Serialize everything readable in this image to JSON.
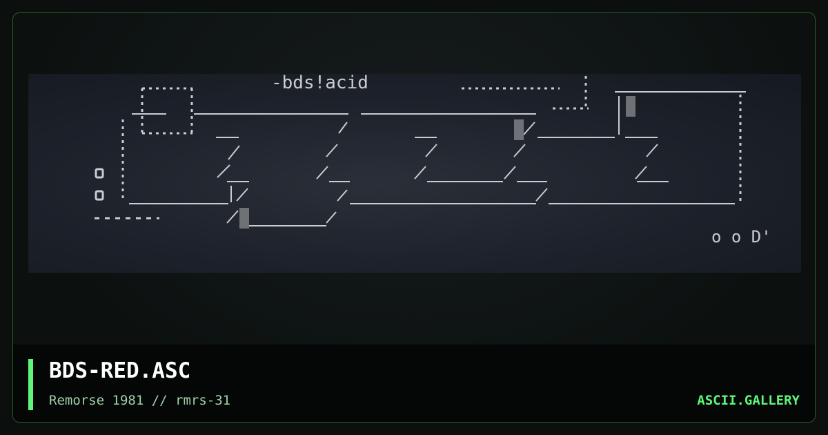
{
  "artwork": {
    "header_text": "-bds!acid",
    "footer_text": "o o D'"
  },
  "footer": {
    "title": "BDS-RED.ASC",
    "subtitle": "Remorse 1981 // rmrs-31",
    "brand": "ASCII.GALLERY"
  },
  "colors": {
    "accent": "#5ff57a",
    "art_fg": "#c9ccd0",
    "background": "#0b0f0e"
  }
}
